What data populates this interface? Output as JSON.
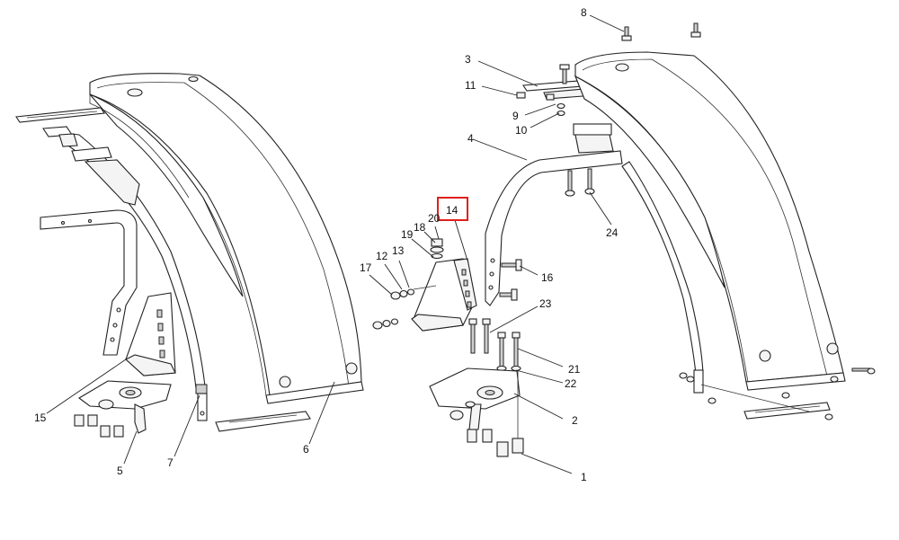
{
  "callouts": [
    {
      "id": "c1",
      "text": "1"
    },
    {
      "id": "c2",
      "text": "2"
    },
    {
      "id": "c3",
      "text": "3"
    },
    {
      "id": "c4",
      "text": "4"
    },
    {
      "id": "c5",
      "text": "5"
    },
    {
      "id": "c6",
      "text": "6"
    },
    {
      "id": "c7",
      "text": "7"
    },
    {
      "id": "c8",
      "text": "8"
    },
    {
      "id": "c9",
      "text": "9"
    },
    {
      "id": "c10",
      "text": "10"
    },
    {
      "id": "c11",
      "text": "11"
    },
    {
      "id": "c12",
      "text": "12"
    },
    {
      "id": "c13",
      "text": "13"
    },
    {
      "id": "c14",
      "text": "14"
    },
    {
      "id": "c15",
      "text": "15"
    },
    {
      "id": "c16",
      "text": "16"
    },
    {
      "id": "c17",
      "text": "17"
    },
    {
      "id": "c18",
      "text": "18"
    },
    {
      "id": "c19",
      "text": "19"
    },
    {
      "id": "c20",
      "text": "20"
    },
    {
      "id": "c21",
      "text": "21"
    },
    {
      "id": "c22",
      "text": "22"
    },
    {
      "id": "c23",
      "text": "23"
    },
    {
      "id": "c24",
      "text": "24"
    }
  ],
  "highlighted_callout": "14",
  "colors": {
    "line": "#222222",
    "highlight": "#e0201b",
    "background": "#ffffff"
  }
}
